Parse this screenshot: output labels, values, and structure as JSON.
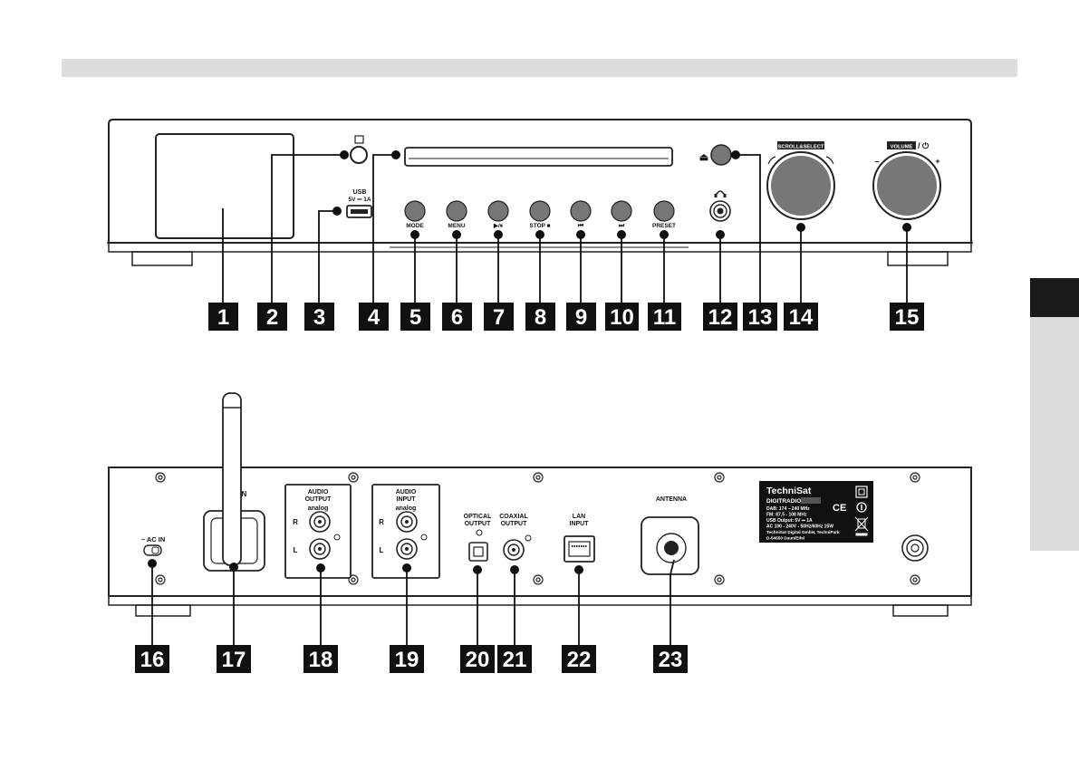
{
  "front": {
    "usb_label": "USB",
    "usb_rating": "5V ⎓ 1A",
    "buttons": [
      "MODE",
      "MENU",
      "▶/⏸",
      "STOP ■",
      "⏮",
      "⏭",
      "PRESET"
    ],
    "scroll_select": "SCROLL&SELECT",
    "volume": "VOLUME",
    "volume_power": "/ ⏻",
    "minus": "–",
    "plus": "+",
    "headphone_icon": "headphones-icon",
    "eject_icon": "eject-icon"
  },
  "rear": {
    "ac_in": "~ AC IN",
    "wlan": "W-LAN",
    "audio_output_title": "AUDIO\nOUTPUT",
    "audio_output_sub": "analog",
    "audio_input_title": "AUDIO\nINPUT",
    "audio_input_sub": "analog",
    "r": "R",
    "l": "L",
    "optical_output": "OPTICAL\nOUTPUT",
    "coaxial_output": "COAXIAL\nOUTPUT",
    "lan_input": "LAN\nINPUT",
    "antenna": "ANTENNA"
  },
  "rating_label": {
    "brand": "TechniSat",
    "model": "DIGITRADIO",
    "lines": [
      "DAB: 174 – 240 MHz",
      "FM: 87,5 - 108 MHz",
      "USB Output: 5V ⎓ 1A",
      "AC 100 - 240V - 50Hz/60Hz 15W",
      "TechniSat Digital GmbH, TechniPark",
      "D-54550 Daun/Eifel"
    ]
  },
  "callouts": {
    "front": [
      "1",
      "2",
      "3",
      "4",
      "5",
      "6",
      "7",
      "8",
      "9",
      "10",
      "11",
      "12",
      "13",
      "14",
      "15"
    ],
    "rear": [
      "16",
      "17",
      "18",
      "19",
      "20",
      "21",
      "22",
      "23"
    ]
  },
  "colors": {
    "line": "#222222",
    "knob": "#777777",
    "panel_bg": "#ffffff",
    "callout_bg": "#111111",
    "band": "#dddddd"
  }
}
